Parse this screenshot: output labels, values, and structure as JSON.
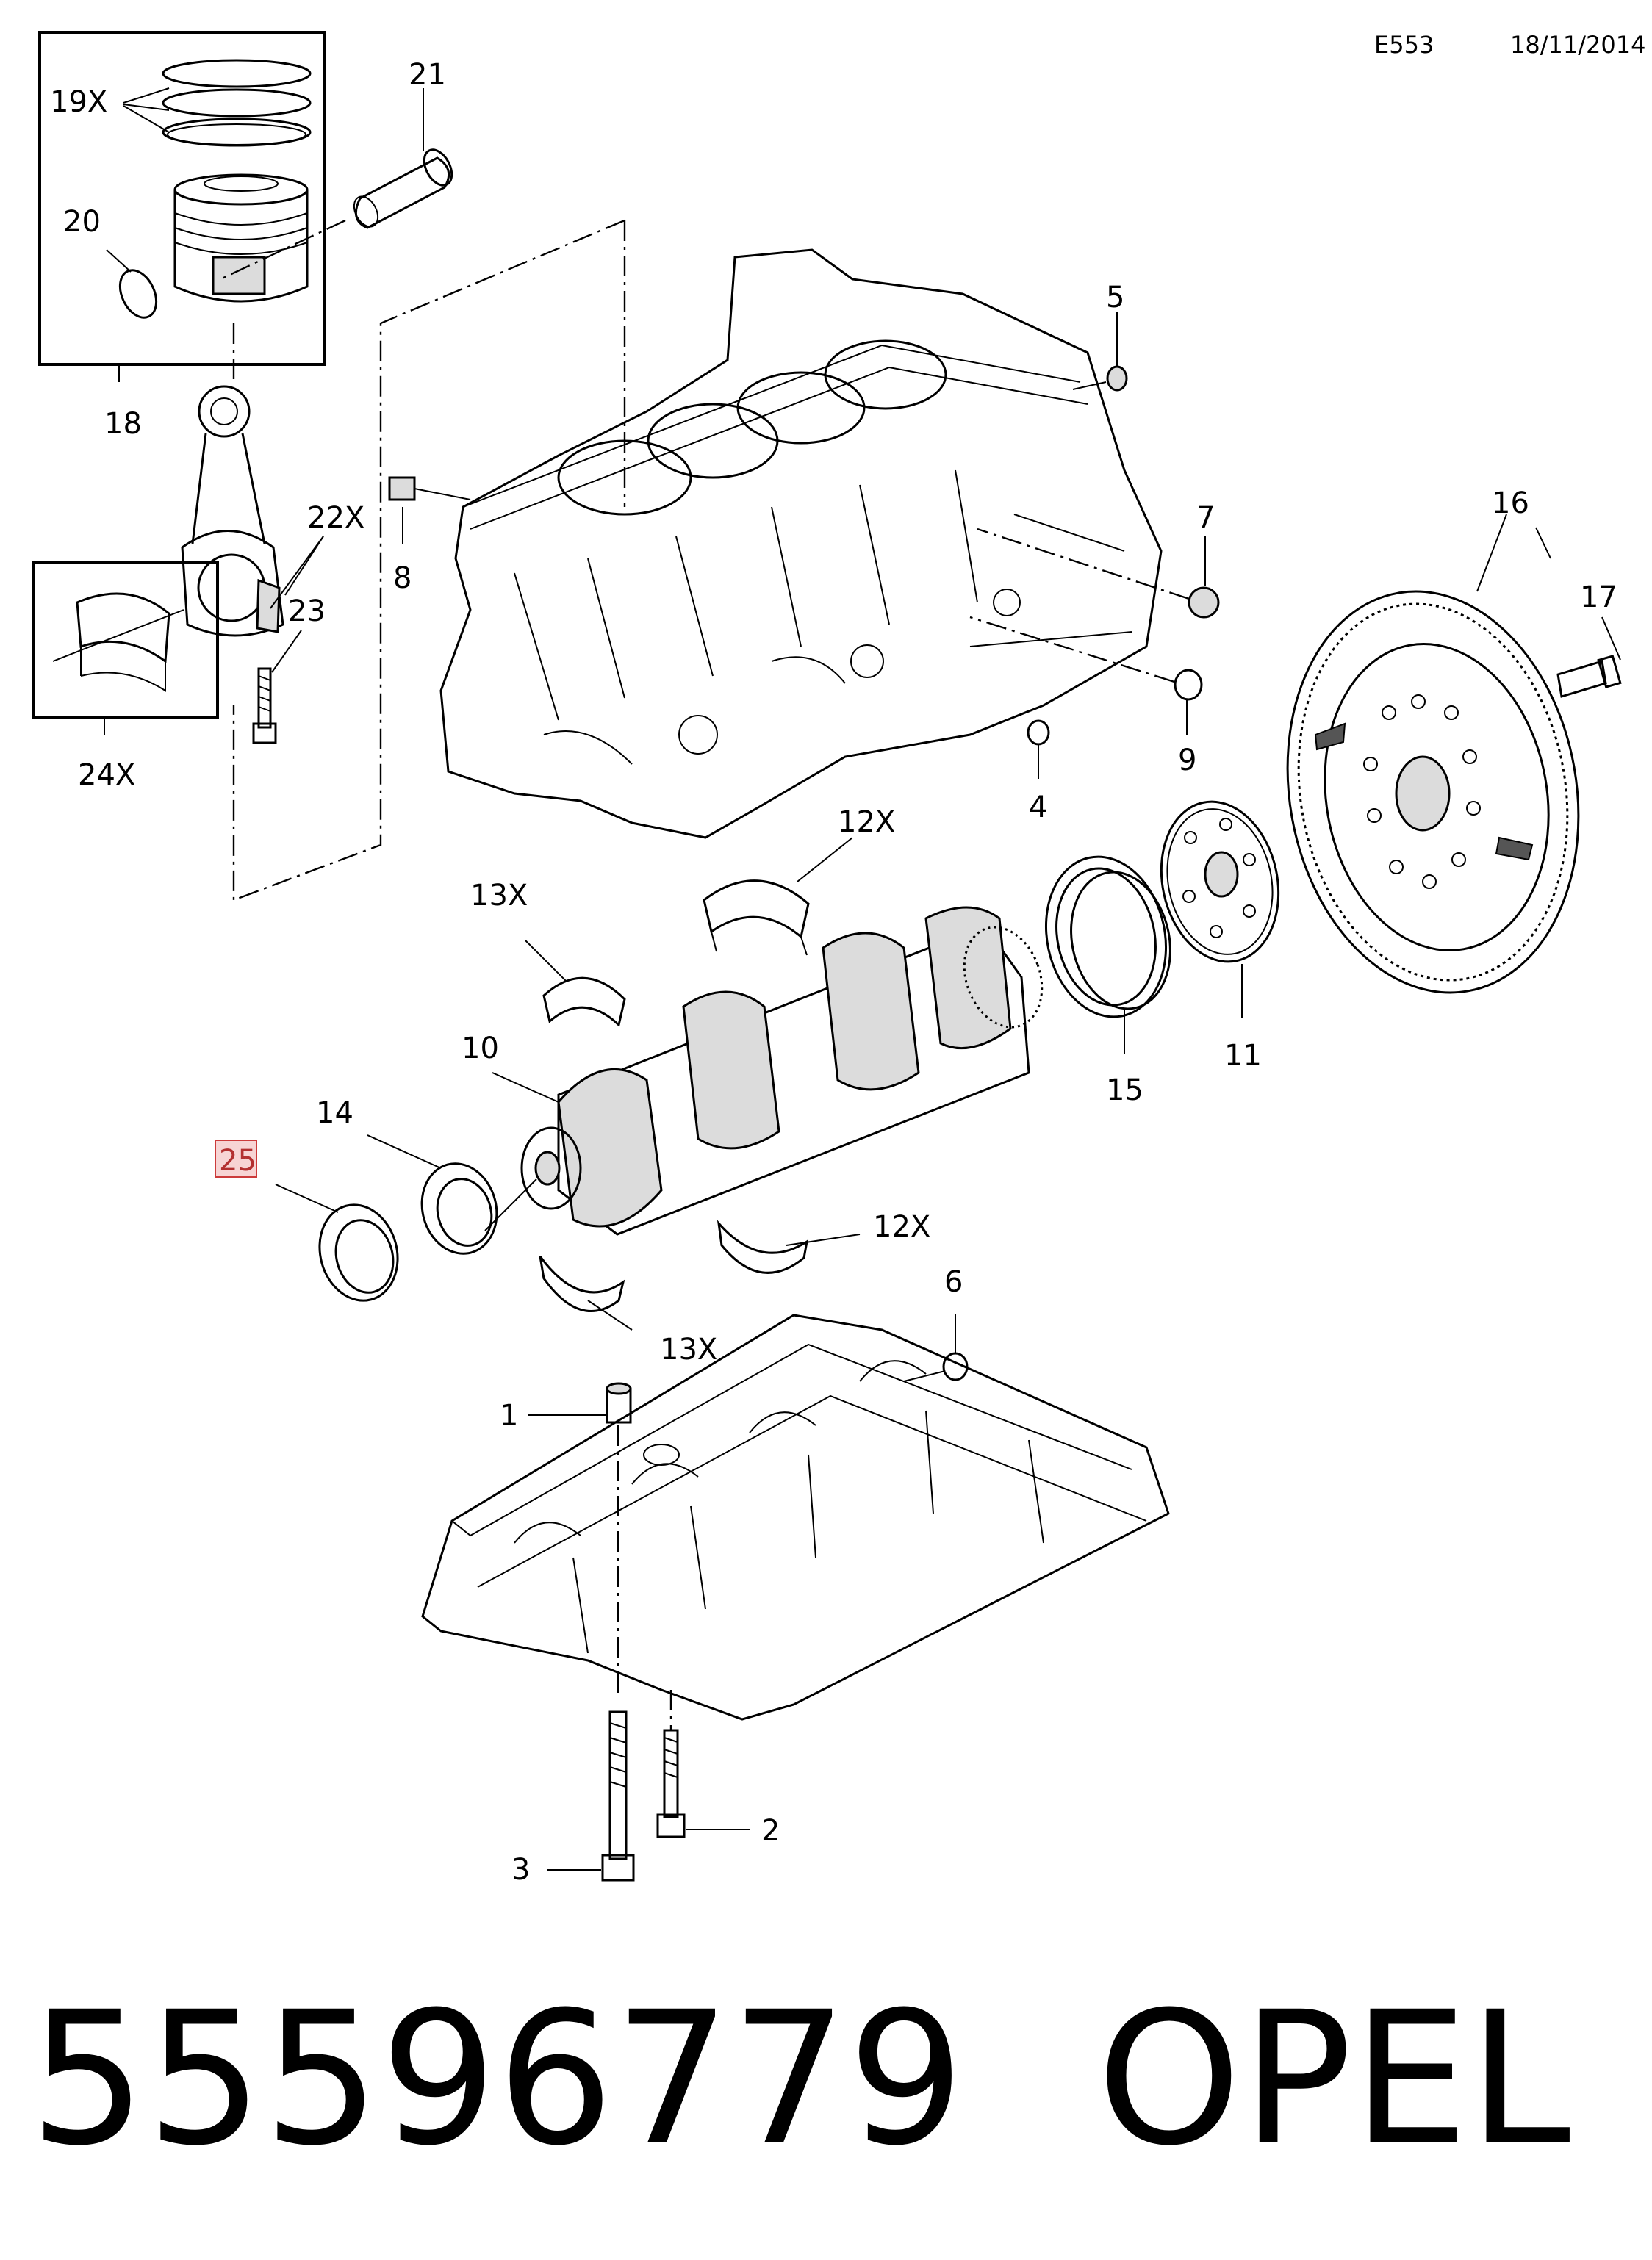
{
  "header": {
    "code": "E553",
    "date": "18/11/2014"
  },
  "callouts": {
    "c1": "1",
    "c2": "2",
    "c3": "3",
    "c4": "4",
    "c5": "5",
    "c6": "6",
    "c7": "7",
    "c8": "8",
    "c9": "9",
    "c10": "10",
    "c11": "11",
    "c12a": "12X",
    "c12b": "12X",
    "c13a": "13X",
    "c13b": "13X",
    "c14": "14",
    "c15": "15",
    "c16": "16",
    "c17": "17",
    "c18": "18",
    "c19": "19X",
    "c20": "20",
    "c21": "21",
    "c22": "22X",
    "c23": "23",
    "c24": "24X",
    "c25": "25"
  },
  "highlighted_callout": "25",
  "footer": {
    "part_number": "55596779",
    "brand": "OPEL"
  },
  "colors": {
    "highlight_fill": "#f7d4d4",
    "highlight_stroke": "#cc3b3b",
    "highlight_text": "#b33030"
  }
}
